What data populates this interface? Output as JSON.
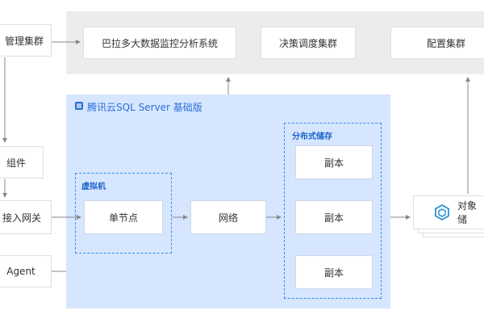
{
  "left_column": {
    "mgmt_cluster": "管理集群",
    "component": "组件",
    "access_gateway": "接入网关",
    "agent": "Agent"
  },
  "top_row": {
    "monitor": "巴拉多大数据监控分析系统",
    "scheduler": "决策调度集群",
    "config": "配置集群"
  },
  "main": {
    "title": "腾讯云SQL Server 基础版",
    "vm_label": "虚拟机",
    "single_node": "单节点",
    "network": "网络",
    "storage_label": "分布式储存",
    "replicas": [
      "副本",
      "副本",
      "副本"
    ]
  },
  "right": {
    "object_storage": "对象储"
  },
  "colors": {
    "panel_blue": "#d6e6ff",
    "top_band_gray": "#ececec",
    "accent_blue": "#2b6fd6",
    "dash_blue": "#3a8ee6",
    "connector_gray": "#888888"
  },
  "icons": {
    "title_icon": "database-icon",
    "object_icon": "cube-icon"
  }
}
